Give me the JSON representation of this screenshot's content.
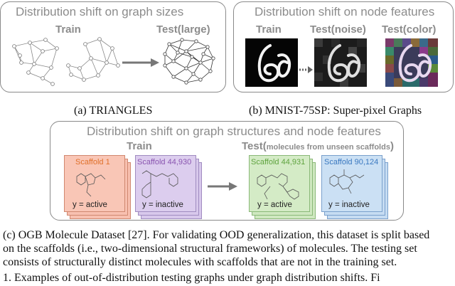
{
  "panel_a": {
    "title": "Distribution shift on graph sizes",
    "train_label": "Train",
    "test_label": "Test(large)",
    "caption": "(a) TRIANGLES"
  },
  "panel_b": {
    "title": "Distribution shift on node features",
    "train_label": "Train",
    "test_noise_label": "Test(noise)",
    "test_color_label": "Test(color)",
    "caption": "(b) MNIST-75SP: Super-pixel Graphs"
  },
  "panel_c": {
    "title": "Distribution shift on graph structures and node features",
    "train_label": "Train",
    "test_label": "Test(",
    "test_label_small": "molecules from unseen scaffolds",
    "test_label_close": ")",
    "cards": [
      {
        "scaffold": "Scaffold 1",
        "label": "y = active",
        "color": "#e0702a"
      },
      {
        "scaffold": "Scaffold 44,930",
        "label": "y = inactive",
        "color": "#8a55b0"
      },
      {
        "scaffold": "Scaffold 44,931",
        "label": "y = active",
        "color": "#5fa33f"
      },
      {
        "scaffold": "Scaffold 90,124",
        "label": "y = inactive",
        "color": "#3a78c0"
      }
    ]
  },
  "caption_c": {
    "line1": "(c) OGB Molecule Dataset [27]. For validating OOD generalization, this dataset is split based",
    "line2": "on the scaffolds (i.e., two-dimensional structural frameworks) of molecules. The testing set",
    "line3": "consists of structurally distinct molecules with scaffolds that are not in the training set."
  },
  "figure_caption_fragment": "1.  Examples of out-of-distribution testing graphs under graph distribution shifts. Fi"
}
